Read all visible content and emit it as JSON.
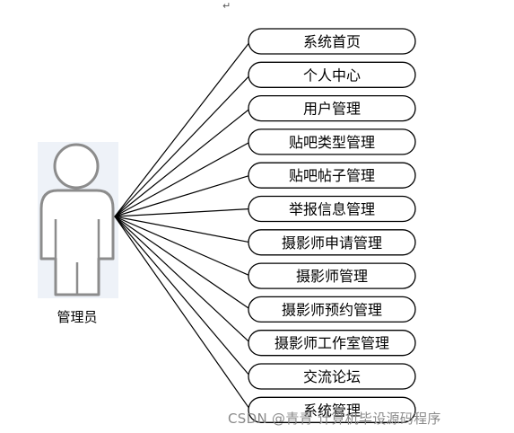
{
  "diagram": {
    "actor": {
      "label": "管理员"
    },
    "use_cases": [
      "系统首页",
      "个人中心",
      "用户管理",
      "贴吧类型管理",
      "贴吧帖子管理",
      "举报信息管理",
      "摄影师申请管理",
      "摄影师管理",
      "摄影师预约管理",
      "摄影师工作室管理",
      "交流论坛",
      "系统管理"
    ]
  },
  "editor_marks": {
    "paragraph_mark": "↵"
  },
  "watermark": {
    "text": "CSDN @青青 计算机毕设源码程序"
  },
  "colors": {
    "line": "#000000",
    "text": "#000000",
    "actor_stroke": "#8c8c8c",
    "actor_bg": "#eef2f8"
  }
}
